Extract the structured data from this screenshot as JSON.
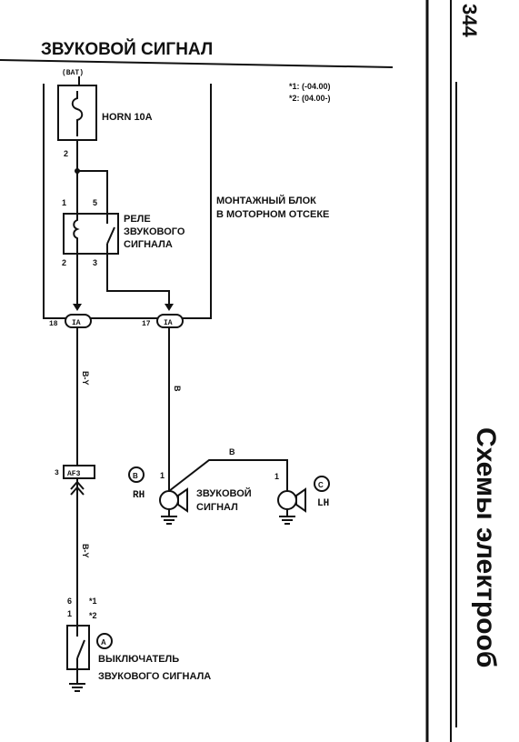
{
  "page": {
    "number": "344",
    "section_title": "Схемы электрооб"
  },
  "diagram": {
    "title": "ЗВУКОВОЙ СИГНАЛ",
    "notes": [
      "*1: (-04.00)",
      "*2: (04.00-)"
    ],
    "power_source": "(BAT)",
    "fuse": {
      "label": "HORN 10A",
      "pin_out": "2"
    },
    "junction_block": [
      "МОНТАЖНЫЙ БЛОК",
      "В МОТОРНОМ ОТСЕКЕ"
    ],
    "relay": {
      "label": [
        "РЕЛЕ",
        "ЗВУКОВОГО",
        "СИГНАЛА"
      ],
      "pins": {
        "coil_top": "1",
        "switch_top": "5",
        "coil_bottom": "2",
        "switch_bottom": "3"
      }
    },
    "connectors": {
      "left": {
        "pin": "18",
        "name": "IA"
      },
      "right": {
        "pin": "17",
        "name": "IA"
      },
      "af": {
        "pin": "3",
        "name": "AF3"
      }
    },
    "wires": {
      "left_upper": "B-Y",
      "left_lower": "B-Y",
      "right_down": "B",
      "horn_link": "B"
    },
    "horns": {
      "rh": {
        "marker": "B",
        "side": "RH",
        "pin": "1"
      },
      "lh": {
        "marker": "C",
        "side": "LH",
        "pin": "1"
      },
      "label": [
        "ЗВУКОВОЙ",
        "СИГНАЛ"
      ]
    },
    "switch": {
      "marker": "A",
      "pins": {
        "p1_top": "6",
        "p1_bottom": "1",
        "note1": "*1",
        "note2": "*2"
      },
      "label": [
        "ВЫКЛЮЧАТЕЛЬ",
        "ЗВУКОВОГО СИГНАЛА"
      ]
    }
  }
}
